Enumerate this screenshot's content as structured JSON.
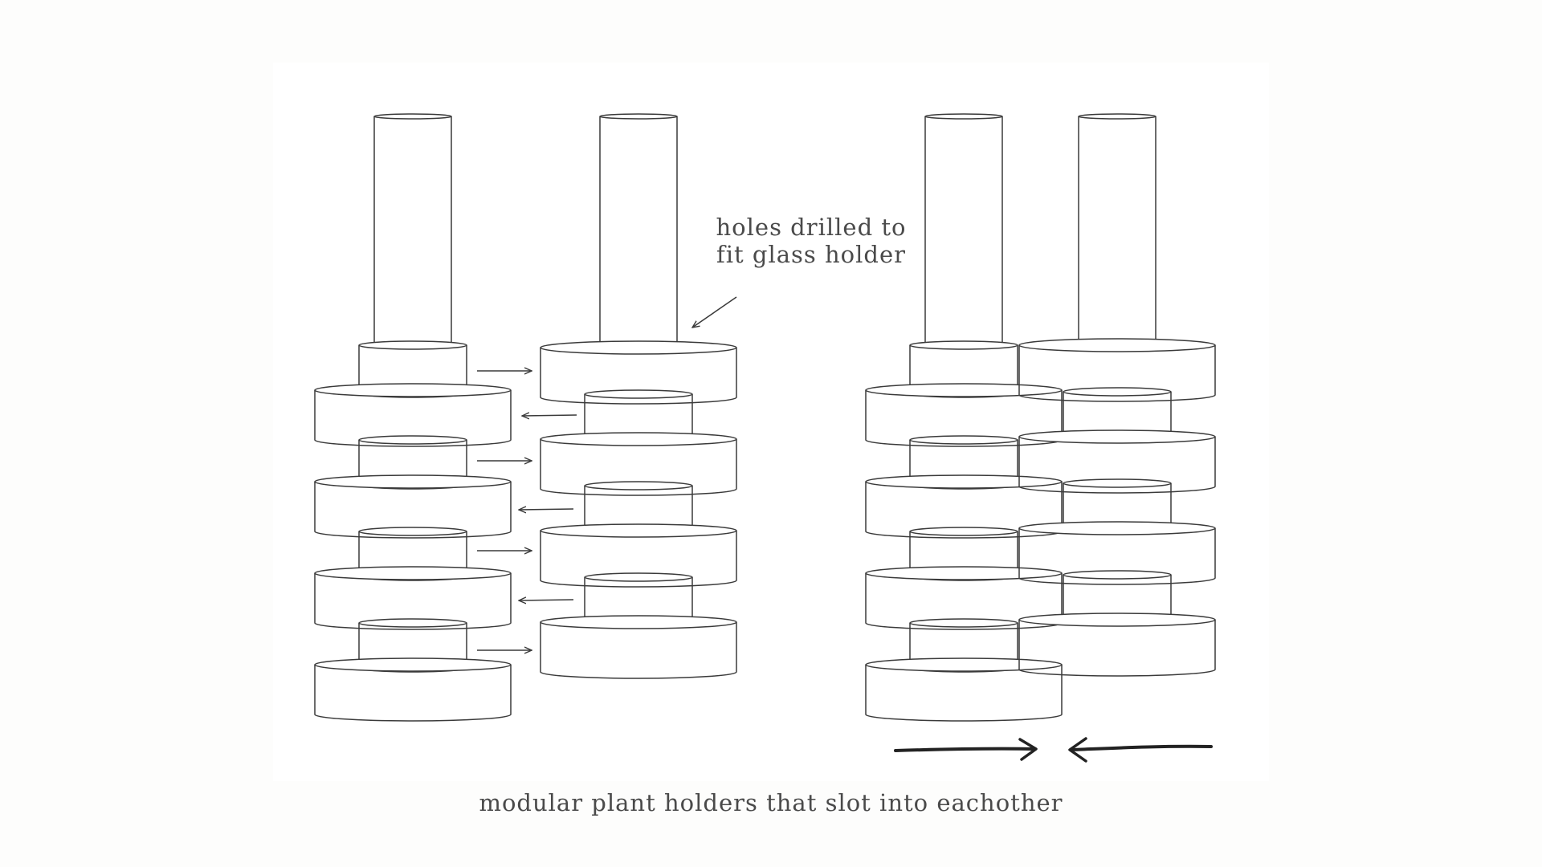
{
  "annotation": {
    "line1": "holes drilled to",
    "line2": "fit glass holder"
  },
  "caption": "modular plant holders that slot into eachother",
  "colors": {
    "background": "#fdfdfc",
    "panel": "#ffffff",
    "stroke": "#3a3a3a",
    "text": "#4a4a4a"
  }
}
